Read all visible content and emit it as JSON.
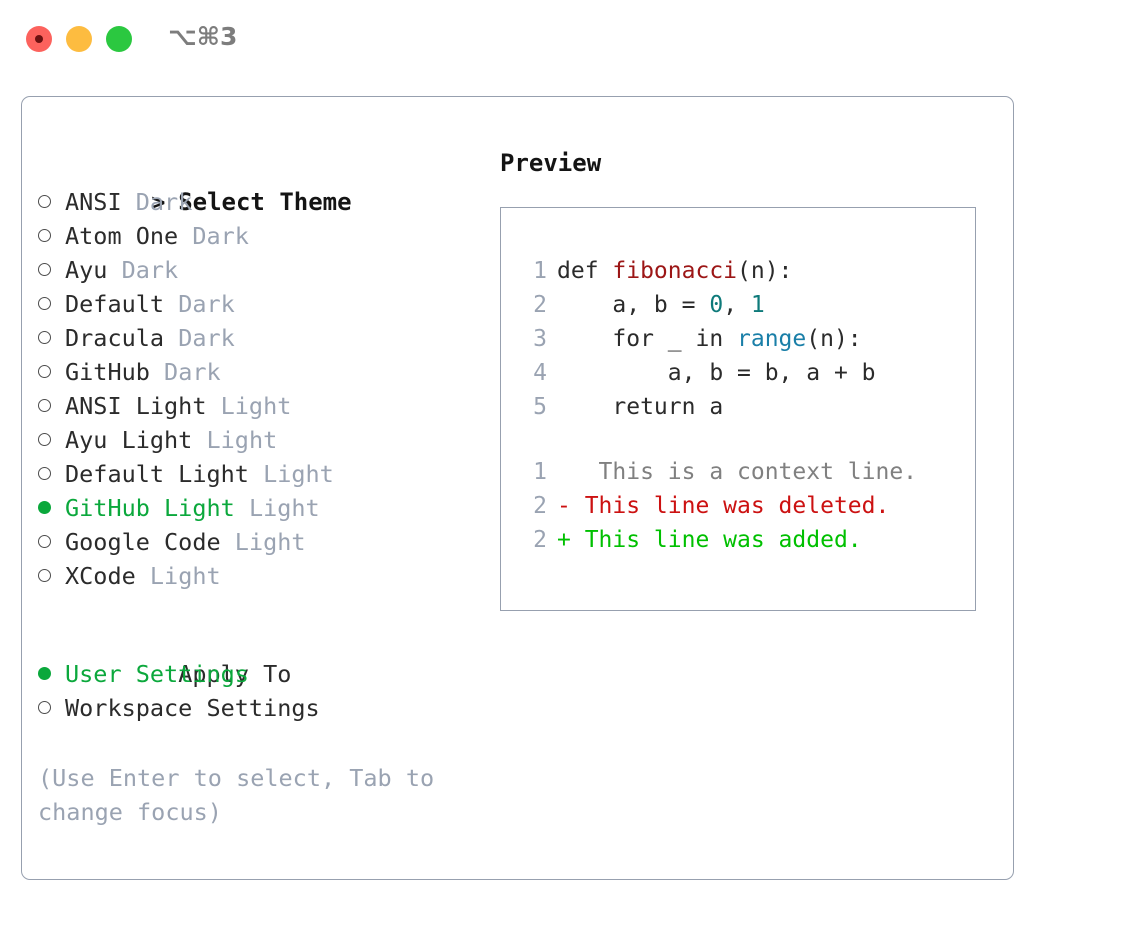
{
  "window": {
    "shortcut": "⌥⌘3",
    "traffic_lights": [
      {
        "name": "close",
        "color": "#fc625d"
      },
      {
        "name": "minimize",
        "color": "#fdbc40"
      },
      {
        "name": "maximize",
        "color": "#2bc840"
      }
    ]
  },
  "colors": {
    "selected_green": "#0ba83c",
    "muted": "#9aa3b2",
    "border": "#97a0af",
    "text": "#2b2b2b",
    "syntax_function": "#9c1616",
    "syntax_number": "#0e7a7a",
    "syntax_builtin": "#1a7fa8",
    "diff_deleted": "#cc1111",
    "diff_added": "#00c000",
    "diff_context": "#808080"
  },
  "theme_list": {
    "caret": ">",
    "title": "Select Theme",
    "items": [
      {
        "name": "ANSI",
        "tag": "Dark",
        "selected": false
      },
      {
        "name": "Atom One",
        "tag": "Dark",
        "selected": false
      },
      {
        "name": "Ayu",
        "tag": "Dark",
        "selected": false
      },
      {
        "name": "Default",
        "tag": "Dark",
        "selected": false
      },
      {
        "name": "Dracula",
        "tag": "Dark",
        "selected": false
      },
      {
        "name": "GitHub",
        "tag": "Dark",
        "selected": false
      },
      {
        "name": "ANSI Light",
        "tag": "Light",
        "selected": false
      },
      {
        "name": "Ayu Light",
        "tag": "Light",
        "selected": false
      },
      {
        "name": "Default Light",
        "tag": "Light",
        "selected": false
      },
      {
        "name": "GitHub Light",
        "tag": "Light",
        "selected": true
      },
      {
        "name": "Google Code",
        "tag": "Light",
        "selected": false
      },
      {
        "name": "XCode",
        "tag": "Light",
        "selected": false
      }
    ]
  },
  "apply_to": {
    "title": "Apply To",
    "options": [
      {
        "name": "User Settings",
        "selected": true
      },
      {
        "name": "Workspace Settings",
        "selected": false
      }
    ]
  },
  "hint": "(Use Enter to select, Tab to change focus)",
  "preview": {
    "label": "Preview",
    "code_lines": [
      {
        "num": "1",
        "tokens": [
          {
            "t": "def ",
            "c": "plain"
          },
          {
            "t": "fibonacci",
            "c": "fn"
          },
          {
            "t": "(n):",
            "c": "plain"
          }
        ]
      },
      {
        "num": "2",
        "tokens": [
          {
            "t": "    a, b = ",
            "c": "plain"
          },
          {
            "t": "0",
            "c": "num"
          },
          {
            "t": ", ",
            "c": "plain"
          },
          {
            "t": "1",
            "c": "num"
          }
        ]
      },
      {
        "num": "3",
        "tokens": [
          {
            "t": "    for _ in ",
            "c": "plain"
          },
          {
            "t": "range",
            "c": "builtin"
          },
          {
            "t": "(n):",
            "c": "plain"
          }
        ]
      },
      {
        "num": "4",
        "tokens": [
          {
            "t": "        a, b = b, a + b",
            "c": "plain"
          }
        ]
      },
      {
        "num": "5",
        "tokens": [
          {
            "t": "    return a",
            "c": "plain"
          }
        ]
      }
    ],
    "diff_lines": [
      {
        "num": "1",
        "sign": " ",
        "text": "  This is a context line.",
        "kind": "ctx"
      },
      {
        "num": "2",
        "sign": "-",
        "text": " This line was deleted.",
        "kind": "del"
      },
      {
        "num": "2",
        "sign": "+",
        "text": " This line was added.",
        "kind": "add"
      }
    ]
  }
}
